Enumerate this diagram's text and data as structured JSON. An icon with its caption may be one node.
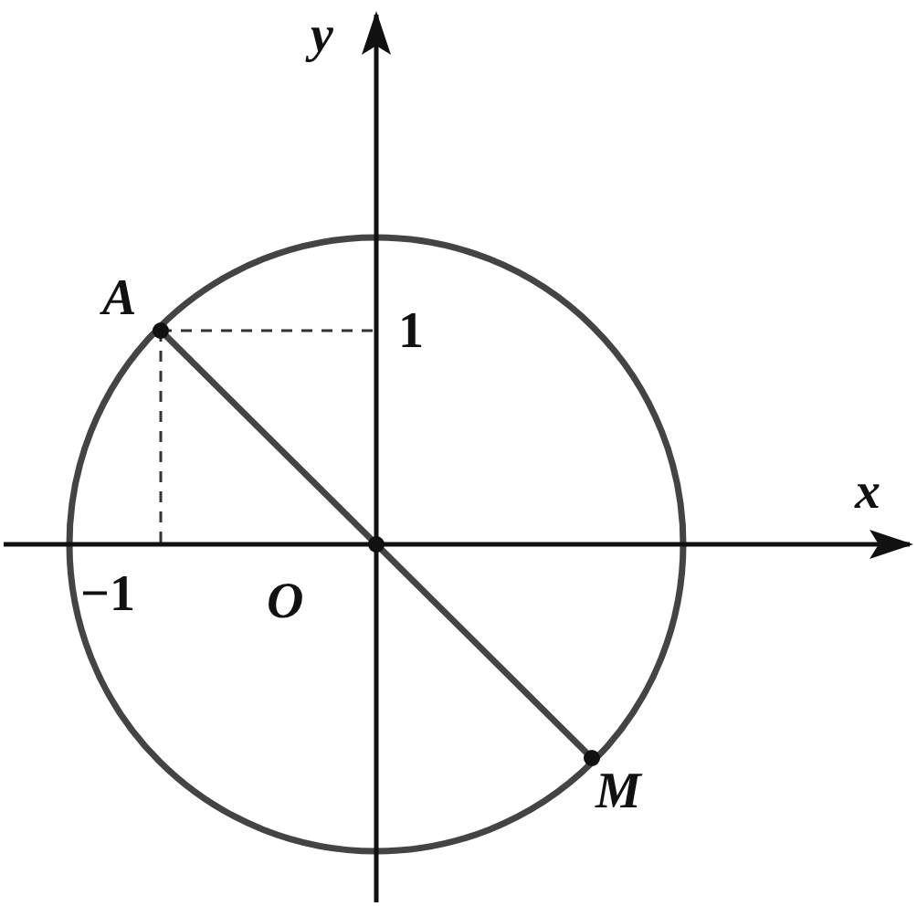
{
  "diagram": {
    "labels": [
      "y",
      "A",
      "1",
      "x",
      "−1",
      "O",
      "M"
    ]
  }
}
